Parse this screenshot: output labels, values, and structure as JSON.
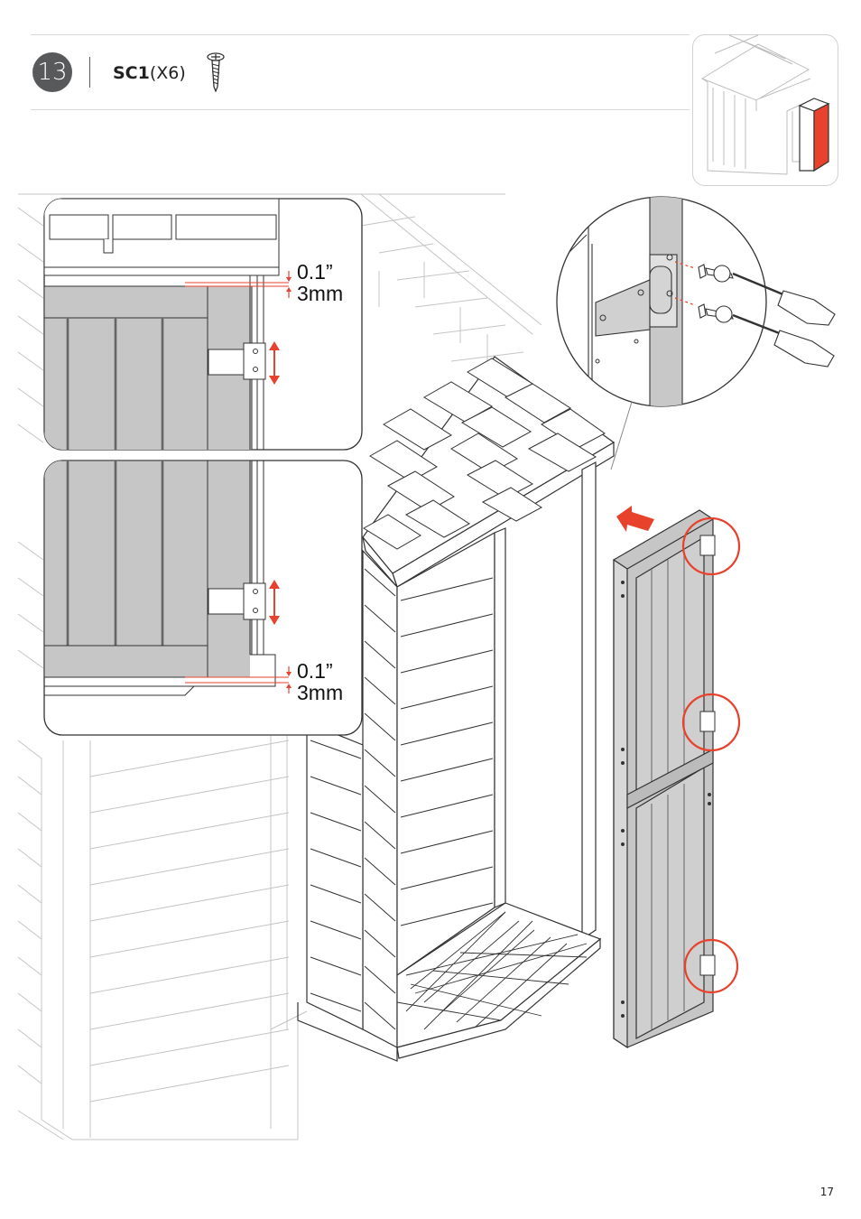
{
  "step": {
    "number": "13"
  },
  "part": {
    "code": "SC1",
    "quantity": "(X6)"
  },
  "icons": {
    "screw": "screw-icon",
    "screwdriver": "screwdriver-icon",
    "arrow": "insert-arrow-icon",
    "highlight": "hinge-highlight-circle"
  },
  "callouts": {
    "top": {
      "imperial": "0.1”",
      "metric": "3mm"
    },
    "bottom": {
      "imperial": "0.1”",
      "metric": "3mm"
    }
  },
  "colors": {
    "accent": "#e8412c",
    "badge": "#58595b",
    "panel": "#c6c6c6"
  },
  "footer": {
    "page_number": "17"
  }
}
